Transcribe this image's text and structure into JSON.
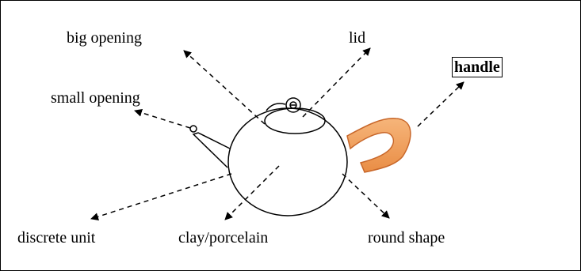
{
  "diagram": {
    "labels": {
      "big_opening": "big opening",
      "lid": "lid",
      "handle": "handle",
      "small_opening": "small opening",
      "discrete_unit": "discrete unit",
      "clay_porcelain": "clay/porcelain",
      "round_shape": "round shape"
    },
    "colors": {
      "line": "#000000",
      "handle_fill": "#f0a565",
      "handle_stroke": "#c8672a"
    },
    "icons": {
      "teapot": "teapot-icon",
      "handle": "teapot-handle-icon"
    }
  }
}
